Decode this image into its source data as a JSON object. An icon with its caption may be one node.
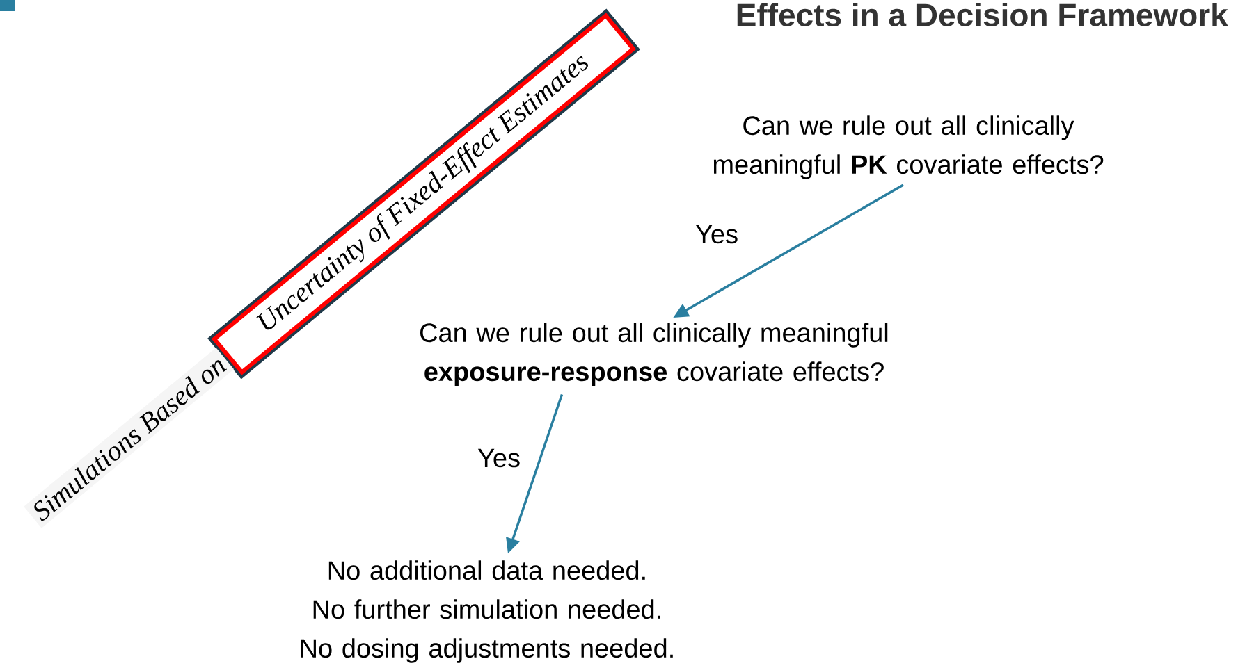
{
  "diagram": {
    "title": "Effects in a Decision Framework",
    "nodes": [
      {
        "text": [
          "Can we rule out all clinically meaningful **PK** covariate effects?"
        ]
      },
      {
        "text": [
          "Can we rule out all clinically meaningful **exposure-response** covariate effects?"
        ]
      },
      {
        "text": [
          "No additional data needed.",
          "No further simulation needed.",
          "No dosing adjustments needed."
        ]
      },
      {
        "text": [
          "Uncertainty of Fixed-Effect Estimates"
        ]
      }
    ],
    "edges": [
      {
        "from": 0,
        "to": 1,
        "arrow": "to",
        "label": "Yes"
      },
      {
        "from": 1,
        "to": 2,
        "arrow": "to",
        "label": "Yes"
      }
    ],
    "labels": [
      "Simulations Based on"
    ]
  }
}
